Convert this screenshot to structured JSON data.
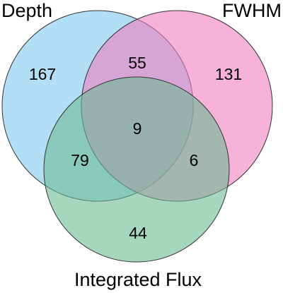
{
  "diagram": {
    "type": "venn-3",
    "sets": [
      {
        "key": "depth",
        "label": "Depth",
        "color": "#7EC8F0"
      },
      {
        "key": "fwhm",
        "label": "FWHM",
        "color": "#F07EC0"
      },
      {
        "key": "flux",
        "label": "Integrated Flux",
        "color": "#6DBB93"
      }
    ],
    "regions": {
      "depth_only": "167",
      "fwhm_only": "131",
      "flux_only": "44",
      "depth_fwhm": "55",
      "depth_flux": "79",
      "fwhm_flux": "6",
      "all_three": "9"
    }
  }
}
